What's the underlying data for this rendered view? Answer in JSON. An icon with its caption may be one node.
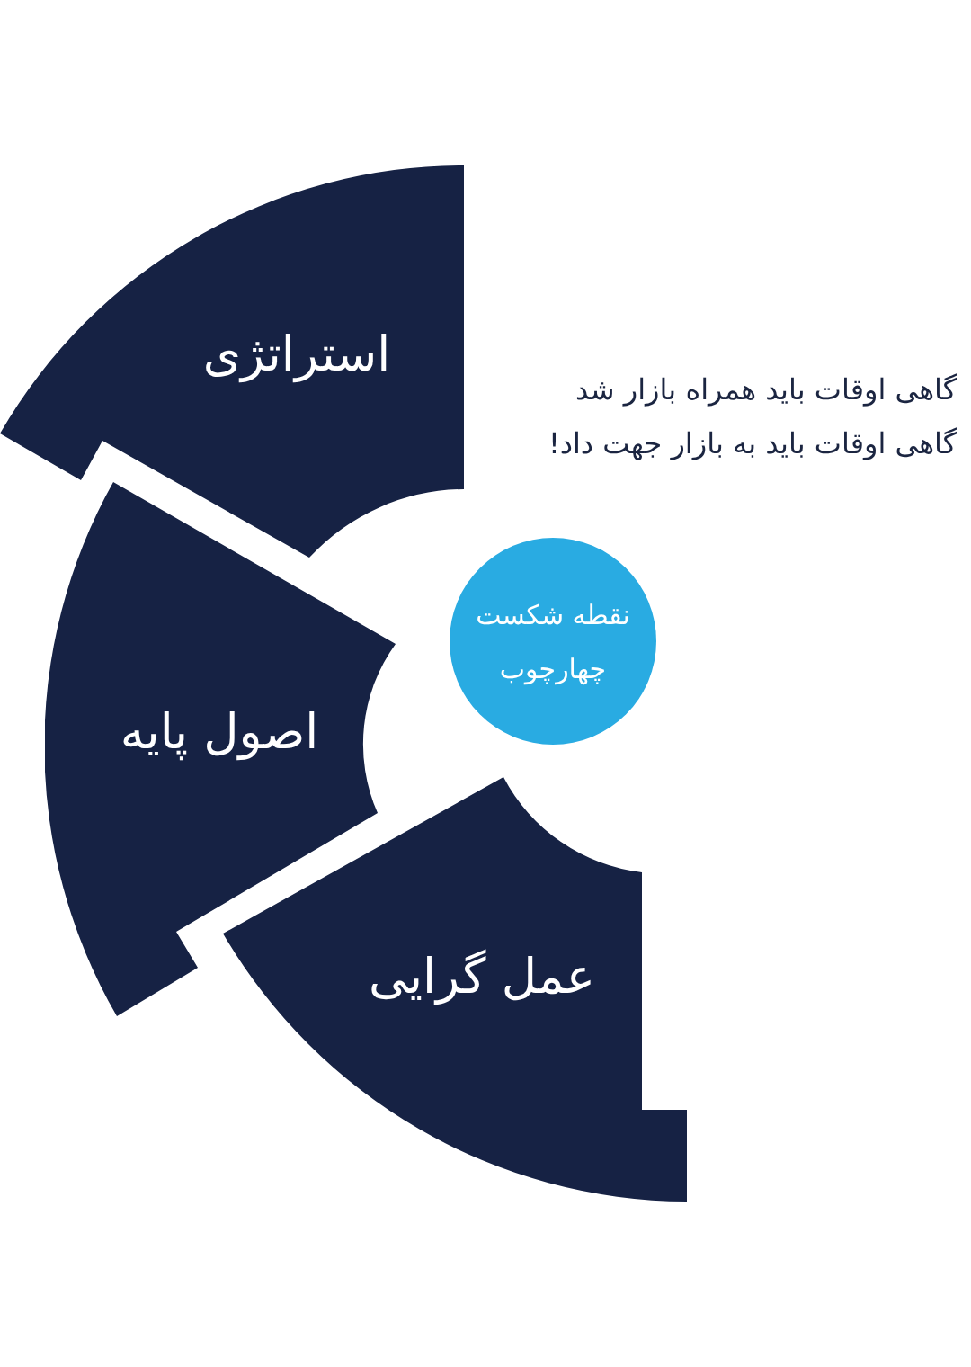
{
  "diagram": {
    "nodes": [
      {
        "text": [
          "استراتژی"
        ]
      },
      {
        "text": [
          "اصول پایه"
        ]
      },
      {
        "text": [
          "عمل گرایی"
        ]
      },
      {
        "text": [
          "نقطه شکست چهارچوب"
        ]
      }
    ],
    "labels": [
      "گاهی اوقات باید همراه بازار شد",
      "گاهی اوقات باید به بازار جهت داد!"
    ]
  }
}
